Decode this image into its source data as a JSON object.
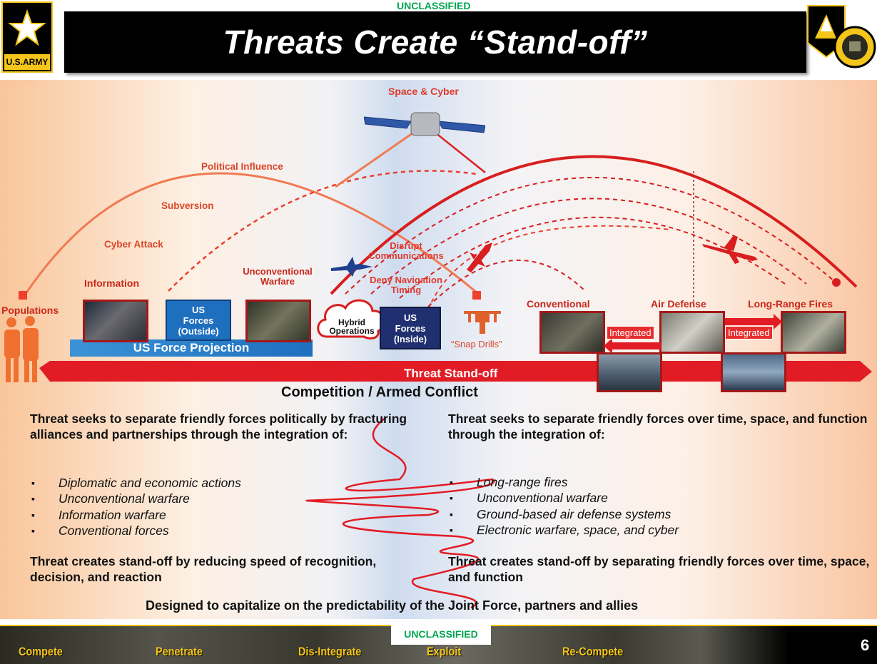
{
  "classification": "UNCLASSIFIED",
  "title": "Threats Create  “Stand-off”",
  "logo_text": "U.S.ARMY",
  "diagram": {
    "space_cyber": "Space & Cyber",
    "arc_labels": [
      "Political Influence",
      "Subversion",
      "Cyber Attack"
    ],
    "information": "Information",
    "unconventional": "Unconventional Warfare",
    "populations": "Populations",
    "us_forces_outside": "US Forces (Outside)",
    "us_forces_inside": "US Forces (Inside)",
    "hybrid_operations": "Hybrid Operations",
    "disrupt_communications": "Disrupt Communications",
    "deny_navigation": "Deny Navigation Timing",
    "snap_drills": "“Snap Drills”",
    "us_force_projection": "US Force Projection",
    "conventional": "Conventional",
    "air_defense": "Air Defense",
    "long_range_fires": "Long-Range Fires",
    "integrated": "Integrated",
    "threat_standoff": "Threat Stand-off",
    "competition": "Competition / Armed Conflict"
  },
  "left_column": {
    "intro": "Threat seeks to separate friendly forces politically by fracturing alliances and partnerships through the integration of:",
    "bullets": [
      "Diplomatic and economic actions",
      "Unconventional warfare",
      "Information warfare",
      "Conventional forces"
    ],
    "conclusion": "Threat creates stand-off by reducing speed of recognition, decision, and reaction"
  },
  "right_column": {
    "intro": "Threat seeks to separate friendly forces over time, space, and function through the integration of:",
    "bullets": [
      "Long-range fires",
      "Unconventional warfare",
      "Ground-based air defense systems",
      "Electronic warfare, space, and cyber"
    ],
    "conclusion": "Threat creates stand-off by separating friendly forces over time, space, and function"
  },
  "bottom_line": "Designed to capitalize on the predictability of the Joint Force, partners and allies",
  "footer": {
    "items": [
      "Compete",
      "Penetrate",
      "Dis-Integrate",
      "Exploit",
      "Re-Compete"
    ],
    "page_number": "6"
  }
}
